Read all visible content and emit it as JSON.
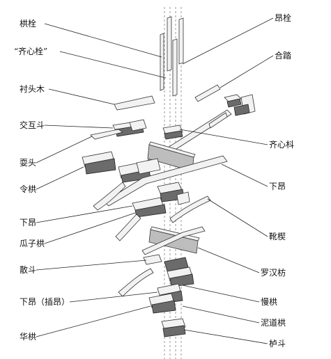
{
  "labels_left": [
    {
      "id": "gong-shuan",
      "text": "栱栓"
    },
    {
      "id": "qi-xin-shuan",
      "text": "“齐心栓”"
    },
    {
      "id": "chen-tou-mu",
      "text": "衬头木"
    },
    {
      "id": "jiao-hu-dou",
      "text": "交互斗"
    },
    {
      "id": "shua-tou",
      "text": "耍头"
    },
    {
      "id": "ling-gong",
      "text": "令栱"
    },
    {
      "id": "xia-ang-left",
      "text": "下昂"
    },
    {
      "id": "gua-zi-gong",
      "text": "瓜子栱"
    },
    {
      "id": "sa-dou",
      "text": "散斗"
    },
    {
      "id": "xia-ang-cha-ang",
      "text": "下昂（插昂）"
    },
    {
      "id": "hua-gong",
      "text": "华栱"
    }
  ],
  "labels_right": [
    {
      "id": "ang-shuan",
      "text": "昂栓"
    },
    {
      "id": "he-ta",
      "text": "合踏"
    },
    {
      "id": "qi-xin-dou",
      "text": "齐心枓"
    },
    {
      "id": "xia-ang-right",
      "text": "下昂"
    },
    {
      "id": "xue-xie",
      "text": "靴楔"
    },
    {
      "id": "luo-han-fang",
      "text": "罗汉枋"
    },
    {
      "id": "man-gong",
      "text": "慢栱"
    },
    {
      "id": "ni-dao-gong",
      "text": "泥道栱"
    },
    {
      "id": "lu-dou",
      "text": "栌斗"
    }
  ]
}
